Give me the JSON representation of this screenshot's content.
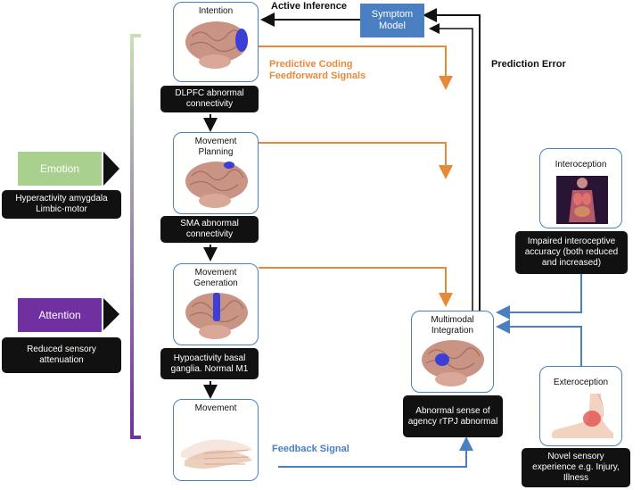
{
  "nodes": {
    "intention": {
      "title": "Intention",
      "caption": "DLPFC abnormal connectivity"
    },
    "planning": {
      "title": "Movement Planning",
      "caption": "SMA abnormal connectivity"
    },
    "generation": {
      "title": "Movement Generation",
      "caption": "Hypoactivity basal ganglia. Normal M1"
    },
    "movement": {
      "title": "Movement"
    },
    "multimodal": {
      "title": "Multimodal Integration",
      "caption": "Abnormal sense of agency rTPJ abnormal"
    },
    "interoception": {
      "title": "Interoception",
      "caption": "Impaired interoceptive accuracy (both reduced and increased)"
    },
    "exteroception": {
      "title": "Exteroception",
      "caption": "Novel sensory experience e.g. Injury, Illness"
    }
  },
  "symptom_model": "Symptom Model",
  "labels": {
    "active_inference": "Active Inference",
    "prediction_error": "Prediction Error",
    "predictive_coding": "Predictive Coding Feedforward Signals",
    "feedback": "Feedback Signal"
  },
  "side": {
    "emotion": {
      "label": "Emotion",
      "caption": "Hyperactivity amygdala Limbic-motor"
    },
    "attention": {
      "label": "Attention",
      "caption": "Reduced sensory attenuation"
    }
  },
  "colors": {
    "orange": "#e8893a",
    "blue": "#4a7fc1",
    "symptom": "#4a7fc1",
    "emotion": "#a9d08e",
    "attention": "#7030a0",
    "bracket_top": "#c6e0b4",
    "bracket_bottom": "#7030a0"
  }
}
